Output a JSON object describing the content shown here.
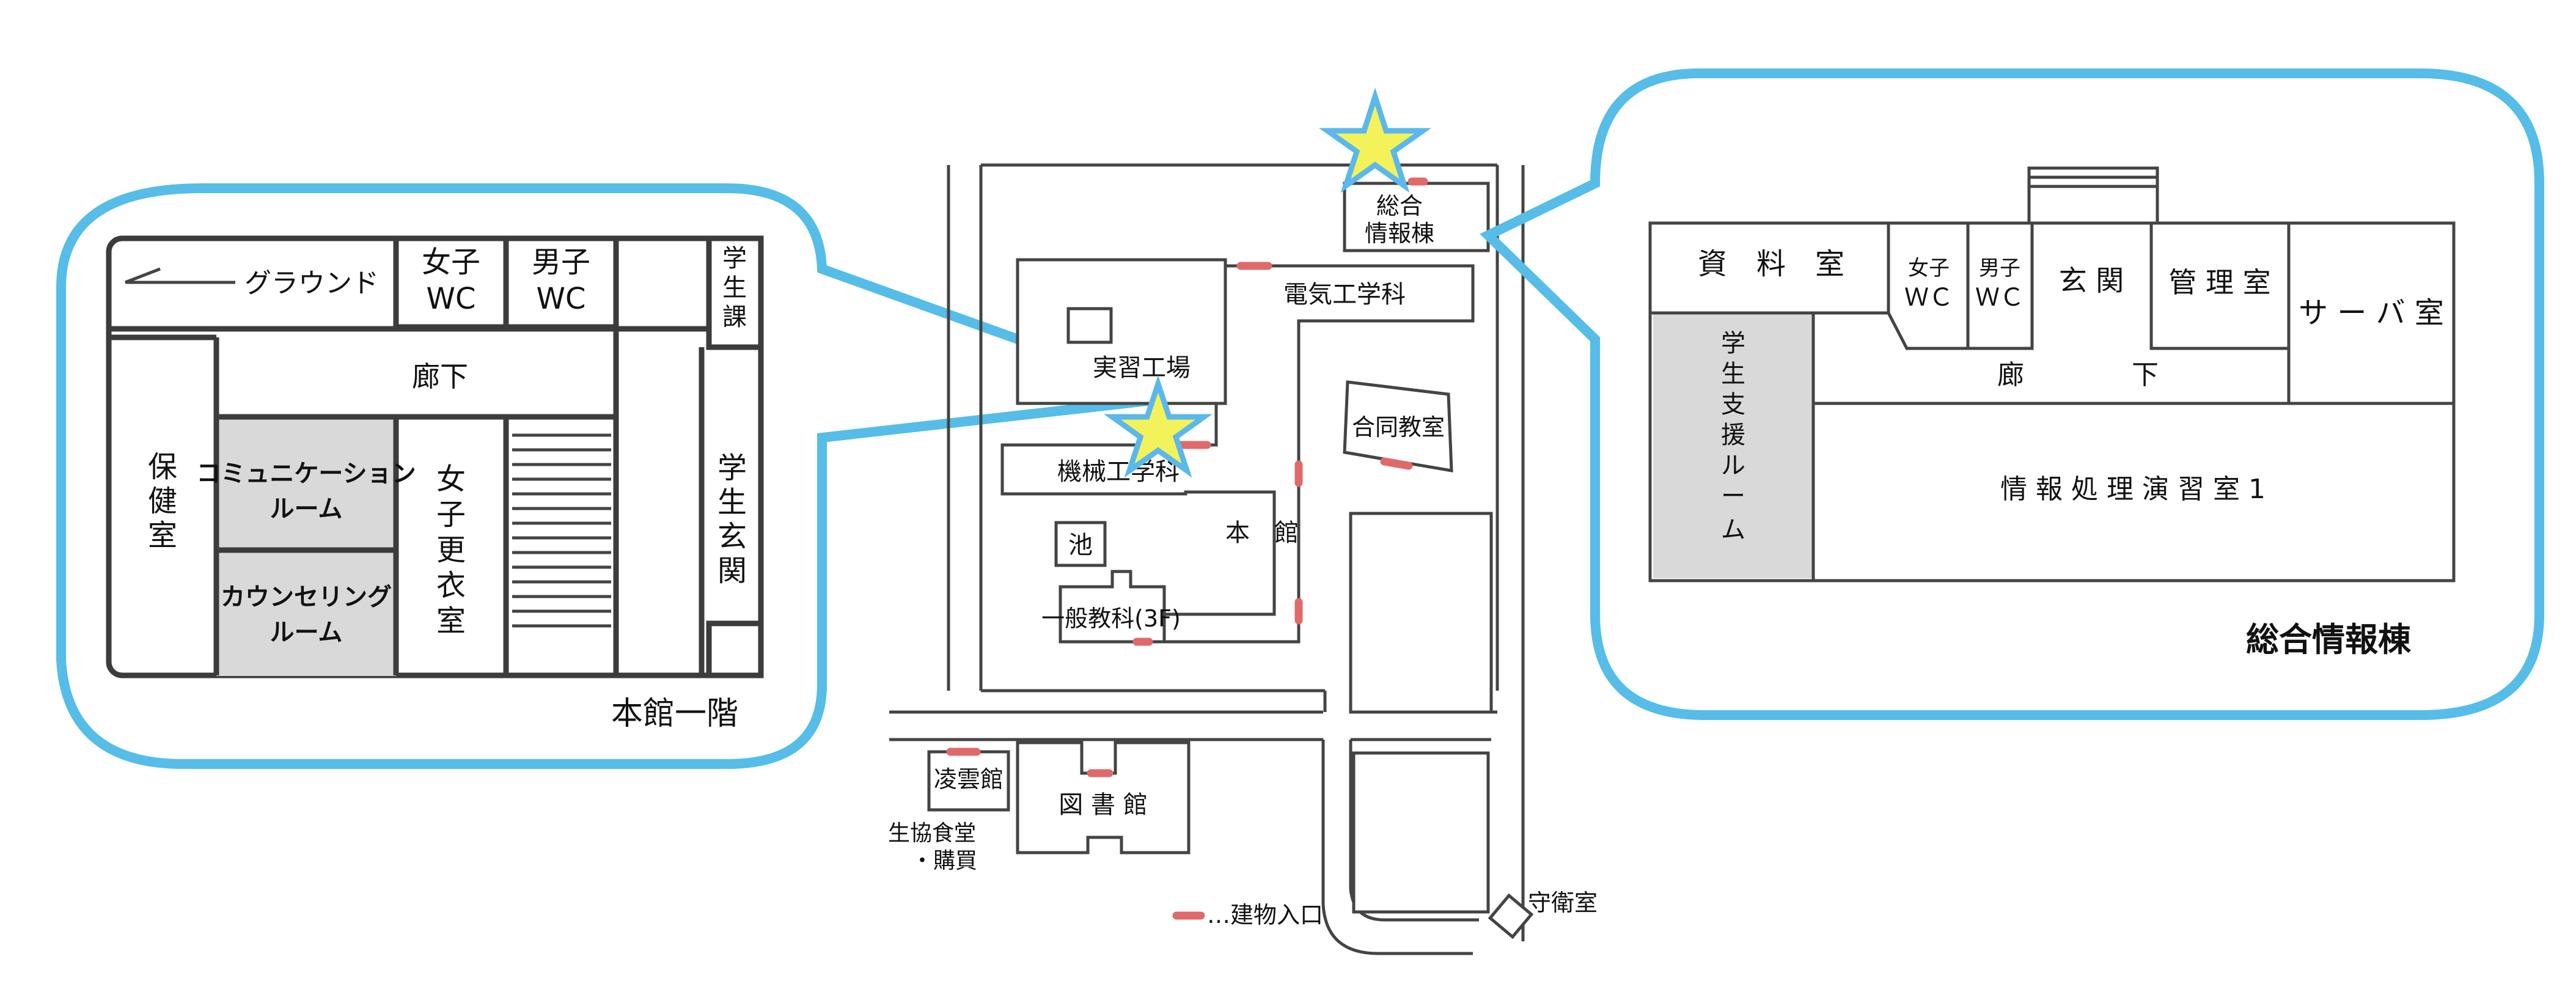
{
  "colors": {
    "bubble": "#55bde8",
    "star_fill": "#f4f25a",
    "star_stroke": "#5ab8ec",
    "entrance": "#e06a6a",
    "support_room": "#d9d9d9"
  },
  "icons": [
    "star-marker-icon",
    "entrance-marker-icon",
    "arrow-left-icon",
    "stairs-icon"
  ],
  "main_floor": {
    "caption": "本館一階",
    "ground": "グラウンド",
    "women_wc": [
      "女子",
      "WC"
    ],
    "men_wc": [
      "男子",
      "WC"
    ],
    "student_affairs": [
      "学",
      "生",
      "課"
    ],
    "corridor": "廊下",
    "health_room": [
      "保",
      "健",
      "室"
    ],
    "communication_room": [
      "コミュニケーション",
      "ルーム"
    ],
    "counseling_room": [
      "カウンセリング",
      "ルーム"
    ],
    "womens_locker": [
      "女",
      "子",
      "更",
      "衣",
      "室"
    ],
    "student_entrance": [
      "学",
      "生",
      "玄",
      "関"
    ]
  },
  "campus": {
    "sougou_building": [
      "総合",
      "情報棟"
    ],
    "denki": "電気工学科",
    "jisshu": "実習工場",
    "godo": "合同教室",
    "kikai": "機械工学科",
    "honkan": "本　館",
    "ike": "池",
    "ippan": "一般教科(3F)",
    "ryoun": "凌雲館",
    "toshokan": "図 書 館",
    "seikyo": [
      "生協食堂",
      "・購買"
    ],
    "guard": "守衛室",
    "legend": "…建物入口"
  },
  "info_building": {
    "caption": "総合情報棟",
    "archive": "資　料　室",
    "women_wc": [
      "女子",
      "ＷＣ"
    ],
    "men_wc": [
      "男子",
      "ＷＣ"
    ],
    "entrance": "玄 関",
    "admin": "管 理 室",
    "server": "サ ー バ 室",
    "corridor": "廊　　　　下",
    "support_room": [
      "学",
      "生",
      "支",
      "援",
      "ル",
      "ー",
      "ム"
    ],
    "practice_room": "情 報 処 理 演 習 室 1"
  }
}
